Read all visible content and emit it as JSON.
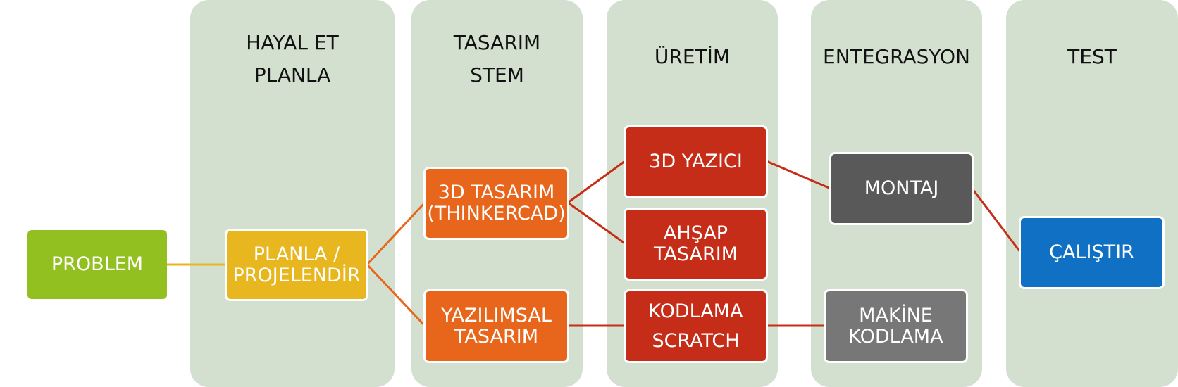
{
  "columns": [
    {
      "title": "HAYAL ET\nPLANLA"
    },
    {
      "title": "TASARIM\nSTEM"
    },
    {
      "title": "ÜRETİM"
    },
    {
      "title": "ENTEGRASYON"
    },
    {
      "title": "TEST"
    }
  ],
  "nodes": {
    "problem": {
      "label": "PROBLEM",
      "color": "#92c020"
    },
    "planla": {
      "label": "PLANLA /\nPROJELENDİR",
      "color": "#e8b61e"
    },
    "tasarim3d": {
      "label": "3D TASARIM\n(THINKERCAD)",
      "color": "#e8661b"
    },
    "yazilimsal": {
      "label": "YAZILIMSAL\nTASARIM",
      "color": "#e8661b"
    },
    "yazici": {
      "label": "3D YAZICI",
      "color": "#c52d18"
    },
    "ahsap": {
      "label": "AHŞAP\nTASARIM",
      "color": "#c52d18"
    },
    "kodlama": {
      "label": "KODLAMA\nSCRATCH",
      "color": "#c52d18"
    },
    "montaj": {
      "label": "MONTAJ",
      "color": "#595959"
    },
    "makine": {
      "label": "MAKİNE\nKODLAMA",
      "color": "#777777"
    },
    "calistir": {
      "label": "ÇALIŞTIR",
      "color": "#0f70c4"
    }
  },
  "colors": {
    "column_bg": "#d4e0cf",
    "edge_yellow": "#e8b61e",
    "edge_orange": "#e8661b",
    "edge_red": "#c52d18"
  }
}
